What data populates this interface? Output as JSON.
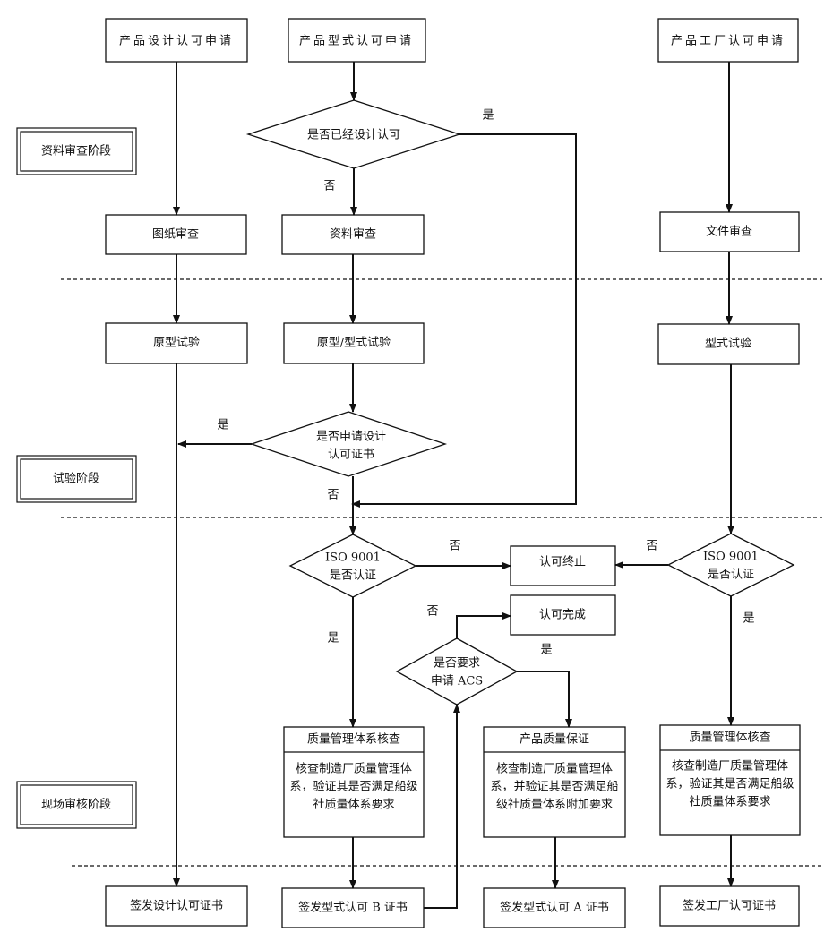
{
  "headers": {
    "design": "产品设计认可申请",
    "type": "产品型式认可申请",
    "factory": "产品工厂认可申请"
  },
  "stages": {
    "review": "资料审查阶段",
    "test": "试验阶段",
    "onsite": "现场审核阶段"
  },
  "decisions": {
    "designed": "是否已经设计认可",
    "apply_design_cert": [
      "是否申请设计",
      "认可证书"
    ],
    "iso_left": [
      "ISO 9001",
      "是否认证"
    ],
    "iso_right": [
      "ISO 9001",
      "是否认证"
    ],
    "acs": [
      "是否要求",
      "申请 ACS"
    ]
  },
  "boxes": {
    "drawing_review": "图纸审查",
    "data_review": "资料审查",
    "doc_review": "文件审查",
    "prototype_test": "原型试验",
    "prototype_type_test": "原型/型式试验",
    "type_test": "型式试验",
    "approval_terminated": "认可终止",
    "approval_completed": "认可完成",
    "qms_check_left": {
      "title": "质量管理体系核查",
      "lines": [
        "核查制造厂质量管理体",
        "系，验证其是否满足船级",
        "社质量体系要求"
      ]
    },
    "product_qa": {
      "title": "产品质量保证",
      "lines": [
        "核查制造厂质量管理体",
        "系，并验证其是否满足船",
        "级社质量体系附加要求"
      ]
    },
    "qms_check_right": {
      "title": "质量管理体核查",
      "lines": [
        "核查制造厂质量管理体",
        "系，验证其是否满足船级",
        "社质量体系要求"
      ]
    },
    "issue_design_cert": "签发设计认可证书",
    "issue_type_b_cert": "签发型式认可 B 证书",
    "issue_type_a_cert": "签发型式认可 A 证书",
    "issue_factory_cert": "签发工厂认可证书"
  },
  "labels": {
    "designed_yes": "是",
    "designed_no": "否",
    "apply_yes": "是",
    "apply_no": "否",
    "iso_left_no": "否",
    "iso_left_yes": "是",
    "iso_right_no": "否",
    "iso_right_yes": "是",
    "acs_no": "否",
    "acs_yes": "是"
  }
}
